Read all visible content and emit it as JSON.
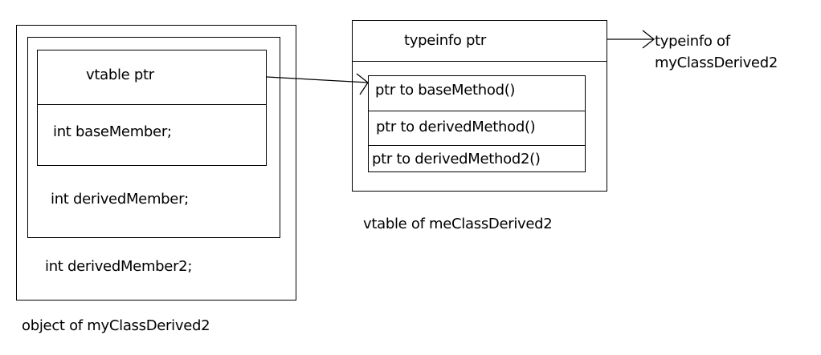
{
  "object": {
    "vtable_ptr": "vtable ptr",
    "base_member": "int baseMember;",
    "derived_member": "int derivedMember;",
    "derived_member2": "int derivedMember2;",
    "caption": "object of myClassDerived2"
  },
  "vtable": {
    "typeinfo_ptr": "typeinfo ptr",
    "entries": [
      "ptr to baseMethod()",
      "ptr to derivedMethod()",
      "ptr to derivedMethod2()"
    ],
    "caption": "vtable of meClassDerived2"
  },
  "typeinfo": {
    "line1": "typeinfo of",
    "line2": "myClassDerived2"
  }
}
